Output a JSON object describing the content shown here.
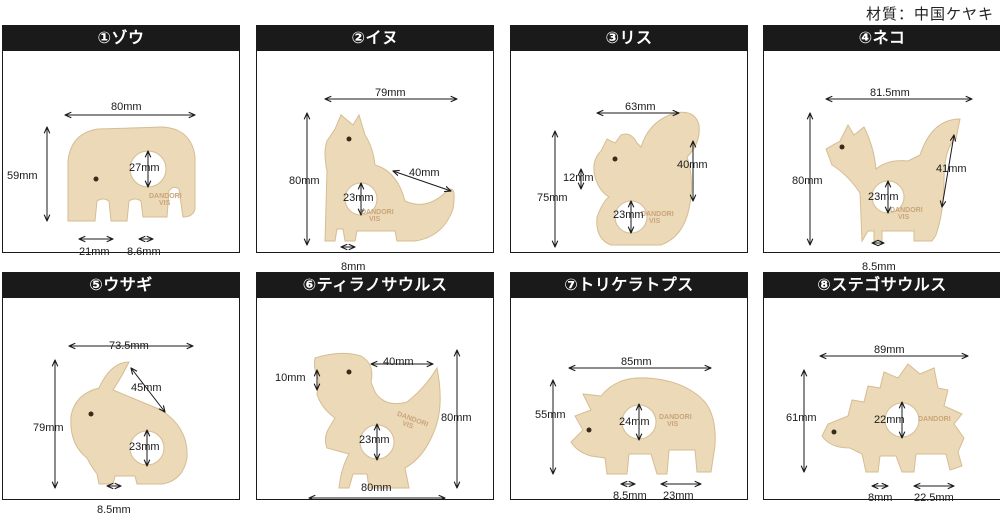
{
  "material": "材質：中国ケヤキ",
  "brand": "DANDORI",
  "brand2": "VIS",
  "colors": {
    "wood": "#ecd9b8",
    "wood_edge": "#d6bd92",
    "header": "#1a1a1a",
    "stamp": "#c9a57a"
  },
  "cards": [
    {
      "title": "①ゾウ",
      "labels": [
        "80mm",
        "59mm",
        "27mm",
        "21mm",
        "8.6mm"
      ]
    },
    {
      "title": "②イヌ",
      "labels": [
        "79mm",
        "80mm",
        "40mm",
        "23mm",
        "8mm"
      ]
    },
    {
      "title": "③リス",
      "labels": [
        "63mm",
        "75mm",
        "12mm",
        "40mm",
        "23mm"
      ]
    },
    {
      "title": "④ネコ",
      "labels": [
        "81.5mm",
        "80mm",
        "41mm",
        "23mm",
        "8.5mm"
      ]
    },
    {
      "title": "⑤ウサギ",
      "labels": [
        "73.5mm",
        "79mm",
        "45mm",
        "23mm",
        "8.5mm"
      ]
    },
    {
      "title": "⑥ティラノサウルス",
      "labels": [
        "10mm",
        "40mm",
        "80mm",
        "23mm",
        "80mm"
      ]
    },
    {
      "title": "⑦トリケラトプス",
      "labels": [
        "85mm",
        "55mm",
        "24mm",
        "8.5mm",
        "23mm"
      ]
    },
    {
      "title": "⑧ステゴサウルス",
      "labels": [
        "89mm",
        "61mm",
        "22mm",
        "8mm",
        "22.5mm"
      ]
    }
  ]
}
